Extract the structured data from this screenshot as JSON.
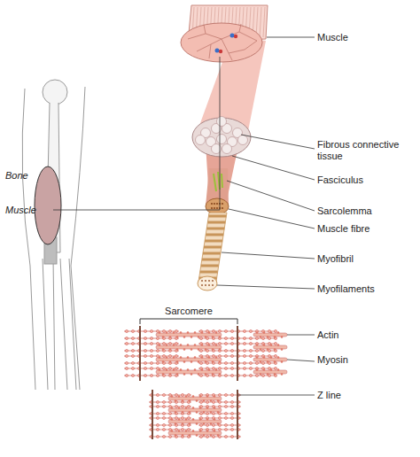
{
  "diagram": {
    "labels": [
      "Muscle",
      "Bone",
      "Fibrous connective tissue",
      "Fasciculus",
      "Muscle",
      "Sarcolemma",
      "Muscle fibre",
      "Myofibril",
      "Myofilaments",
      "Sarcomere",
      "Actin",
      "Myosin",
      "Z line"
    ]
  }
}
